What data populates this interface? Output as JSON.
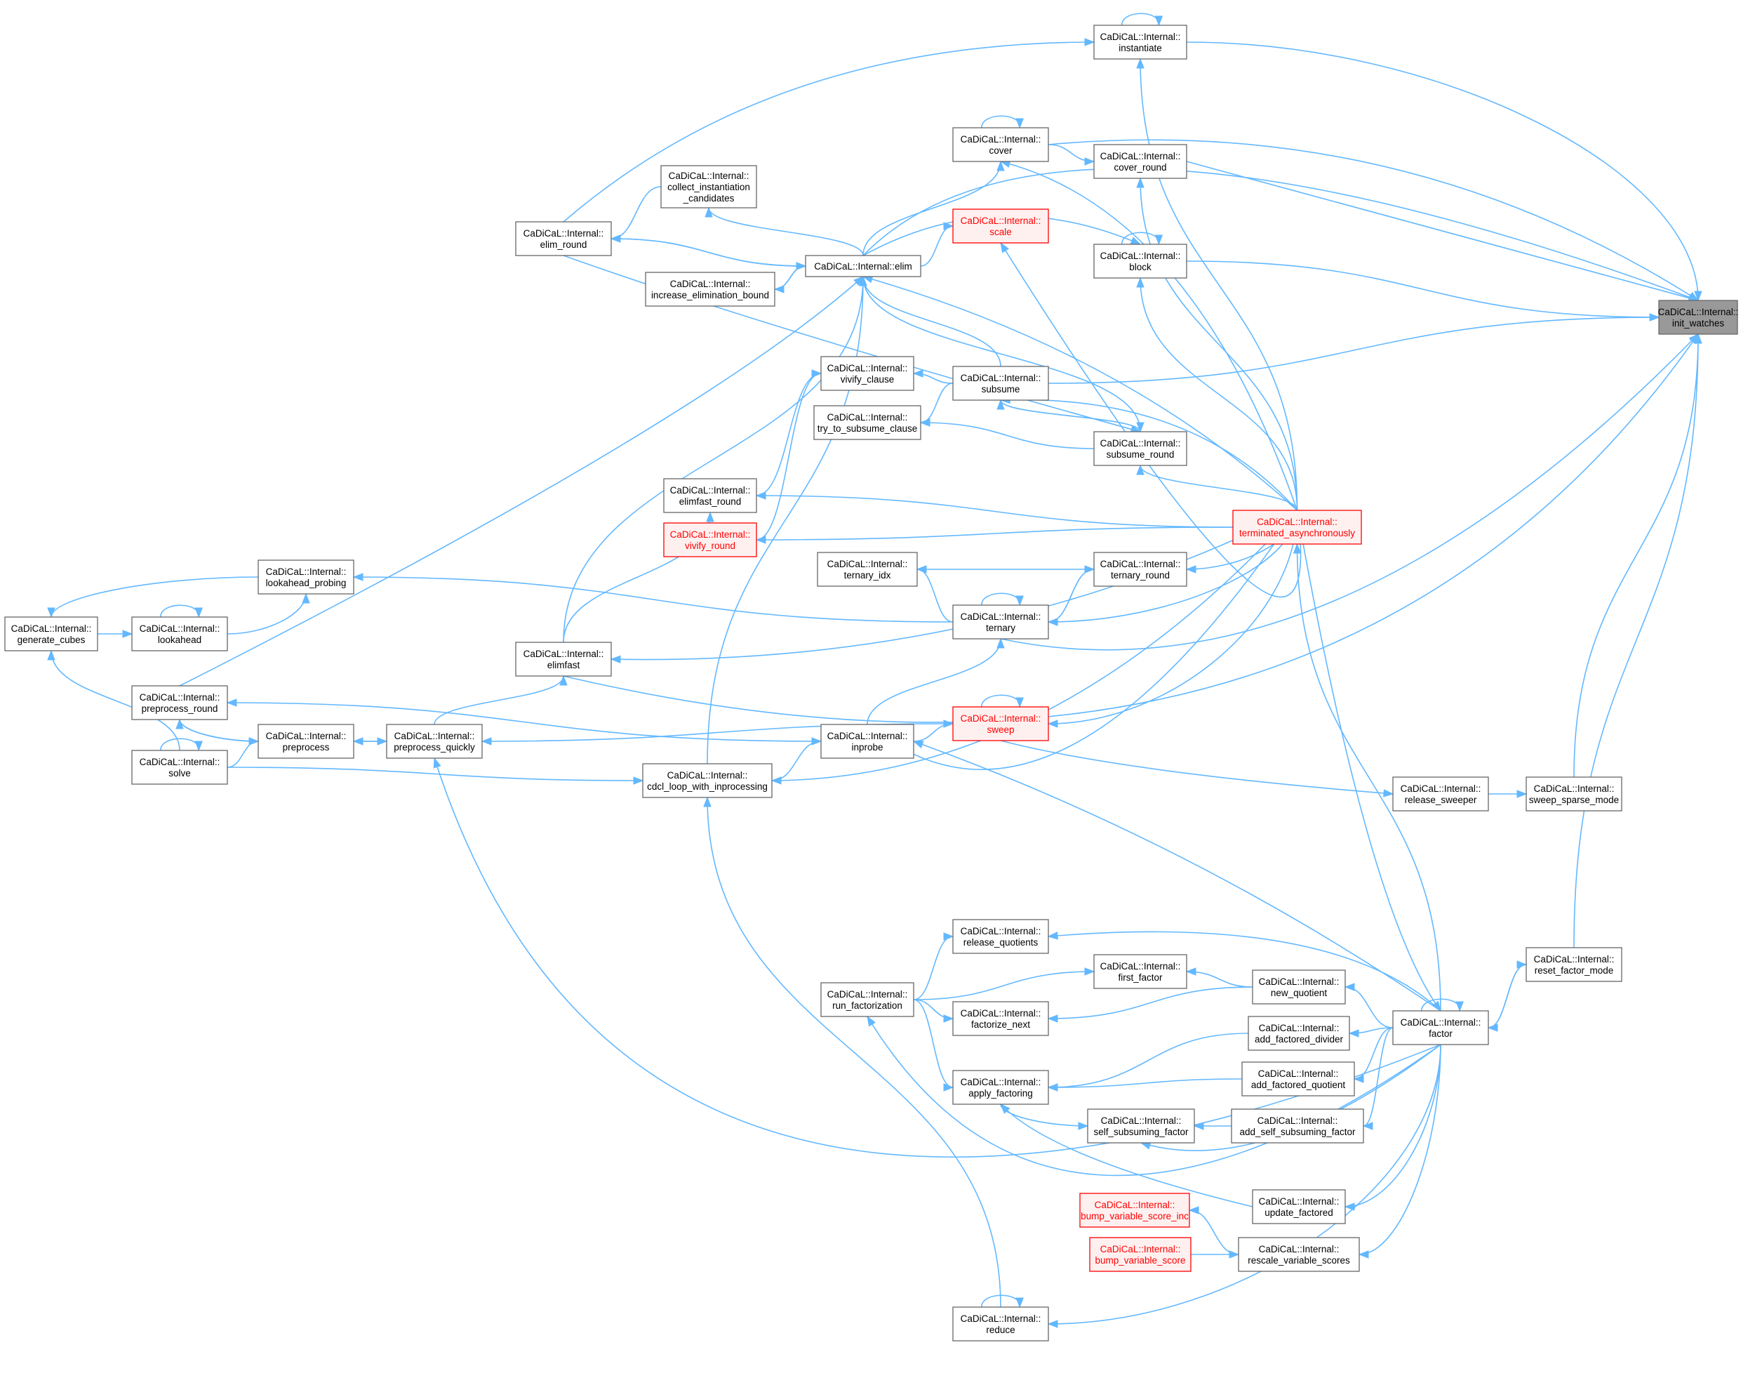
{
  "graph": {
    "title": "init_watches caller graph",
    "colors": {
      "edge": "#63b8ff",
      "node_border": "#666666",
      "truncated_border": "#ff0000",
      "truncated_fill": "#fff0f0",
      "selected_fill": "#999999"
    },
    "nodes": [
      {
        "id": "init_watches",
        "lines": [
          "CaDiCaL::Internal::",
          "init_watches"
        ],
        "style": "selected"
      },
      {
        "id": "instantiate",
        "lines": [
          "CaDiCaL::Internal::",
          "instantiate"
        ],
        "style": "normal"
      },
      {
        "id": "cover",
        "lines": [
          "CaDiCaL::Internal::",
          "cover"
        ],
        "style": "normal"
      },
      {
        "id": "cover_round",
        "lines": [
          "CaDiCaL::Internal::",
          "cover_round"
        ],
        "style": "normal"
      },
      {
        "id": "collect_inst",
        "lines": [
          "CaDiCaL::Internal::",
          "collect_instantiation",
          "_candidates"
        ],
        "style": "normal"
      },
      {
        "id": "scale",
        "lines": [
          "CaDiCaL::Internal::",
          "scale"
        ],
        "style": "truncated"
      },
      {
        "id": "block",
        "lines": [
          "CaDiCaL::Internal::",
          "block"
        ],
        "style": "normal"
      },
      {
        "id": "elim_round",
        "lines": [
          "CaDiCaL::Internal::",
          "elim_round"
        ],
        "style": "normal"
      },
      {
        "id": "elim",
        "lines": [
          "CaDiCaL::Internal::elim"
        ],
        "style": "normal"
      },
      {
        "id": "incr_elim",
        "lines": [
          "CaDiCaL::Internal::",
          "increase_elimination_bound"
        ],
        "style": "normal"
      },
      {
        "id": "vivify_clause",
        "lines": [
          "CaDiCaL::Internal::",
          "vivify_clause"
        ],
        "style": "normal"
      },
      {
        "id": "subsume",
        "lines": [
          "CaDiCaL::Internal::",
          "subsume"
        ],
        "style": "normal"
      },
      {
        "id": "try_subsume",
        "lines": [
          "CaDiCaL::Internal::",
          "try_to_subsume_clause"
        ],
        "style": "normal"
      },
      {
        "id": "subsume_round",
        "lines": [
          "CaDiCaL::Internal::",
          "subsume_round"
        ],
        "style": "normal"
      },
      {
        "id": "elimfast_round",
        "lines": [
          "CaDiCaL::Internal::",
          "elimfast_round"
        ],
        "style": "normal"
      },
      {
        "id": "vivify_round",
        "lines": [
          "CaDiCaL::Internal::",
          "vivify_round"
        ],
        "style": "truncated"
      },
      {
        "id": "term_async",
        "lines": [
          "CaDiCaL::Internal::",
          "terminated_asynchronously"
        ],
        "style": "truncated"
      },
      {
        "id": "lookahead_probing",
        "lines": [
          "CaDiCaL::Internal::",
          "lookahead_probing"
        ],
        "style": "normal"
      },
      {
        "id": "ternary_idx",
        "lines": [
          "CaDiCaL::Internal::",
          "ternary_idx"
        ],
        "style": "normal"
      },
      {
        "id": "ternary_round",
        "lines": [
          "CaDiCaL::Internal::",
          "ternary_round"
        ],
        "style": "normal"
      },
      {
        "id": "generate_cubes",
        "lines": [
          "CaDiCaL::Internal::",
          "generate_cubes"
        ],
        "style": "normal"
      },
      {
        "id": "lookahead",
        "lines": [
          "CaDiCaL::Internal::",
          "lookahead"
        ],
        "style": "normal"
      },
      {
        "id": "ternary",
        "lines": [
          "CaDiCaL::Internal::",
          "ternary"
        ],
        "style": "normal"
      },
      {
        "id": "elimfast",
        "lines": [
          "CaDiCaL::Internal::",
          "elimfast"
        ],
        "style": "normal"
      },
      {
        "id": "preprocess_round",
        "lines": [
          "CaDiCaL::Internal::",
          "preprocess_round"
        ],
        "style": "normal"
      },
      {
        "id": "sweep",
        "lines": [
          "CaDiCaL::Internal::",
          "sweep"
        ],
        "style": "truncated"
      },
      {
        "id": "preprocess",
        "lines": [
          "CaDiCaL::Internal::",
          "preprocess"
        ],
        "style": "normal"
      },
      {
        "id": "preprocess_quickly",
        "lines": [
          "CaDiCaL::Internal::",
          "preprocess_quickly"
        ],
        "style": "normal"
      },
      {
        "id": "inprobe",
        "lines": [
          "CaDiCaL::Internal::",
          "inprobe"
        ],
        "style": "normal"
      },
      {
        "id": "solve",
        "lines": [
          "CaDiCaL::Internal::",
          "solve"
        ],
        "style": "normal"
      },
      {
        "id": "cdcl_loop",
        "lines": [
          "CaDiCaL::Internal::",
          "cdcl_loop_with_inprocessing"
        ],
        "style": "normal"
      },
      {
        "id": "release_sweeper",
        "lines": [
          "CaDiCaL::Internal::",
          "release_sweeper"
        ],
        "style": "normal"
      },
      {
        "id": "sweep_sparse_mode",
        "lines": [
          "CaDiCaL::Internal::",
          "sweep_sparse_mode"
        ],
        "style": "normal"
      },
      {
        "id": "release_quotients",
        "lines": [
          "CaDiCaL::Internal::",
          "release_quotients"
        ],
        "style": "normal"
      },
      {
        "id": "reset_factor_mode",
        "lines": [
          "CaDiCaL::Internal::",
          "reset_factor_mode"
        ],
        "style": "normal"
      },
      {
        "id": "first_factor",
        "lines": [
          "CaDiCaL::Internal::",
          "first_factor"
        ],
        "style": "normal"
      },
      {
        "id": "new_quotient",
        "lines": [
          "CaDiCaL::Internal::",
          "new_quotient"
        ],
        "style": "normal"
      },
      {
        "id": "run_factorization",
        "lines": [
          "CaDiCaL::Internal::",
          "run_factorization"
        ],
        "style": "normal"
      },
      {
        "id": "factorize_next",
        "lines": [
          "CaDiCaL::Internal::",
          "factorize_next"
        ],
        "style": "normal"
      },
      {
        "id": "add_factored_divider",
        "lines": [
          "CaDiCaL::Internal::",
          "add_factored_divider"
        ],
        "style": "normal"
      },
      {
        "id": "factor",
        "lines": [
          "CaDiCaL::Internal::",
          "factor"
        ],
        "style": "normal"
      },
      {
        "id": "apply_factoring",
        "lines": [
          "CaDiCaL::Internal::",
          "apply_factoring"
        ],
        "style": "normal"
      },
      {
        "id": "add_factored_quotient",
        "lines": [
          "CaDiCaL::Internal::",
          "add_factored_quotient"
        ],
        "style": "normal"
      },
      {
        "id": "self_subsuming_factor",
        "lines": [
          "CaDiCaL::Internal::",
          "self_subsuming_factor"
        ],
        "style": "normal"
      },
      {
        "id": "add_self_subsuming_factor",
        "lines": [
          "CaDiCaL::Internal::",
          "add_self_subsuming_factor"
        ],
        "style": "normal"
      },
      {
        "id": "bump_inc",
        "lines": [
          "CaDiCaL::Internal::",
          "bump_variable_score_inc"
        ],
        "style": "truncated"
      },
      {
        "id": "update_factored",
        "lines": [
          "CaDiCaL::Internal::",
          "update_factored"
        ],
        "style": "normal"
      },
      {
        "id": "bump_score",
        "lines": [
          "CaDiCaL::Internal::",
          "bump_variable_score"
        ],
        "style": "truncated"
      },
      {
        "id": "rescale",
        "lines": [
          "CaDiCaL::Internal::",
          "rescale_variable_scores"
        ],
        "style": "normal"
      },
      {
        "id": "reduce",
        "lines": [
          "CaDiCaL::Internal::",
          "reduce"
        ],
        "style": "normal"
      }
    ]
  }
}
